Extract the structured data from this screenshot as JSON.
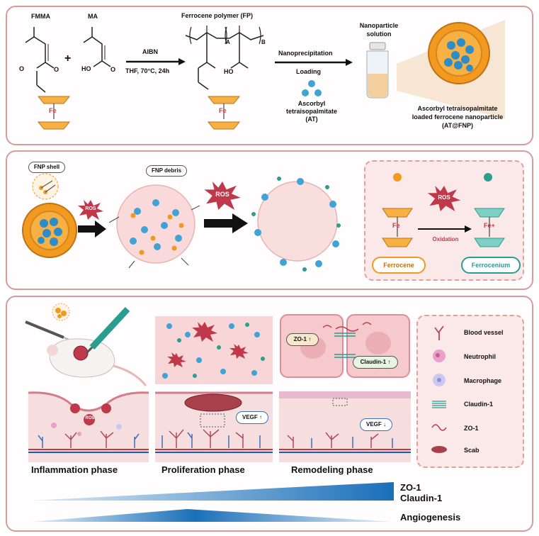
{
  "panel1": {
    "fmma": "FMMA",
    "ma": "MA",
    "plus": "+",
    "fe": "Fe",
    "ho": "HO",
    "aibn": "AIBN",
    "conditions": "THF, 70°C, 24h",
    "fp_title": "Ferrocene polymer (FP)",
    "sub_a": "A",
    "sub_b": "B",
    "nanoprecipitation": "Nanoprecipitation",
    "loading": "Loading",
    "at_line1": "Ascorbyl",
    "at_line2": "tetraisopalmitate",
    "at_line3": "(AT)",
    "solution_line1": "Nanoparticle",
    "solution_line2": "solution",
    "product_line1": "Ascorbyl tetraisopalmitate",
    "product_line2": "loaded ferrocene nanoparticle",
    "product_line3": "(AT@FNP)"
  },
  "panel2": {
    "fnp_shell": "FNP shell",
    "fnp_debris": "FNP debris",
    "ros_small": "ROS",
    "ros_big": "ROS",
    "ros_box": "ROS",
    "fe": "Fe",
    "fe_plus": "Fe+",
    "oxidation": "Oxidation",
    "ferrocene": "Ferrocene",
    "ferrocenium": "Ferrocenium"
  },
  "panel3": {
    "zo1_up": "ZO-1 ↑",
    "claudin_up": "Claudin-1 ↑",
    "vegf_up": "VEGF ↑",
    "vegf_down": "VEGF ↓",
    "phase1": "Inflammation phase",
    "phase2": "Proliferation phase",
    "phase3": "Remodeling phase",
    "legend": [
      "Blood vessel",
      "Neutrophil",
      "Macrophage",
      "Claudin-1",
      "ZO-1",
      "Scab"
    ],
    "bar1_line1": "ZO-1",
    "bar1_line2": "Claudin-1",
    "bar2": "Angiogenesis",
    "ros": "ROS"
  },
  "colors": {
    "panel_border": "#d99a9a",
    "ferrocene": "#f29a1f",
    "cargo": "#3fa3d6",
    "teal": "#2a9d8f",
    "ros": "#c0394b",
    "gradient": "#1a6fb8"
  }
}
